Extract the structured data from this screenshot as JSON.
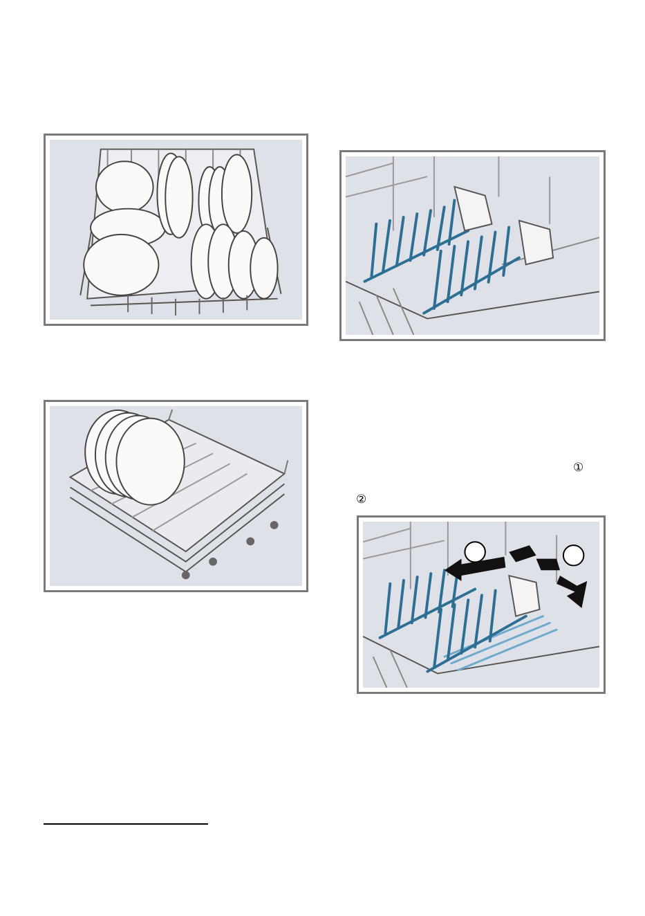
{
  "markers": {
    "step1": "①",
    "step2": "②"
  },
  "figures": {
    "upper_basket": {
      "icon": "upper-basket-with-cups-and-plates"
    },
    "lower_basket": {
      "icon": "lower-basket-with-large-plates"
    },
    "folding_spikes": {
      "icon": "folding-plate-racks"
    },
    "folding_spikes_action": {
      "icon": "folding-plate-racks-with-arrows",
      "callouts": [
        "",
        ""
      ]
    }
  },
  "colors": {
    "frame": "#7a7a7a",
    "background": "#dfe1e8",
    "rack_blue": "#2d6e93",
    "rack_light_blue": "#6fa9cc"
  }
}
